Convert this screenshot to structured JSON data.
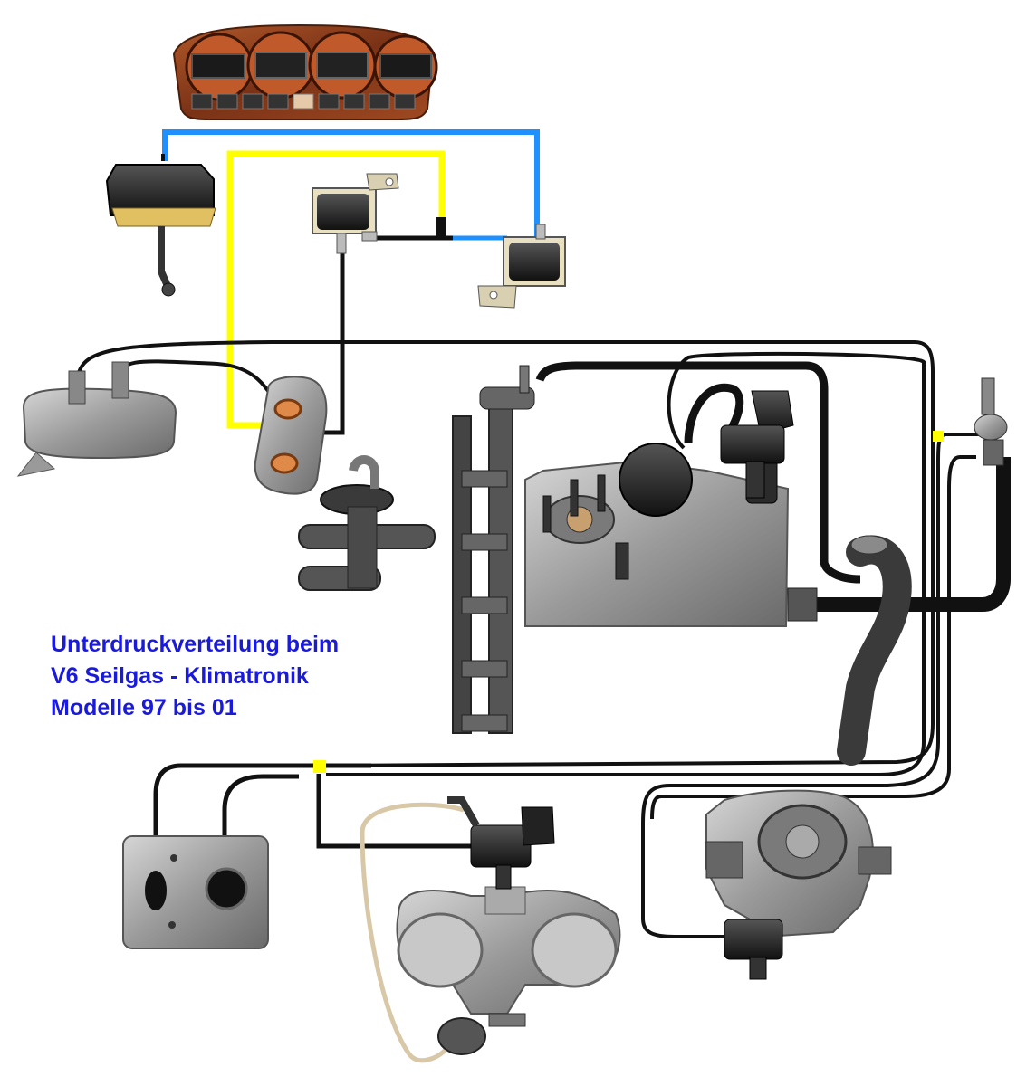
{
  "title": {
    "line1": "Unterdruckverteilung beim",
    "line2": "V6 Seilgas  -  Klimatronik",
    "line3": "Modelle 97 bis 01"
  },
  "colors": {
    "title_text": "#1a1adb",
    "hose_black": "#111111",
    "hose_blue": "#1e90ff",
    "hose_yellow": "#ffff00",
    "hose_tan": "#d8c8a8",
    "part_metal": "#9a9a9a",
    "part_dark": "#2b2b2b",
    "panel_wood": "#8a3d1e"
  }
}
